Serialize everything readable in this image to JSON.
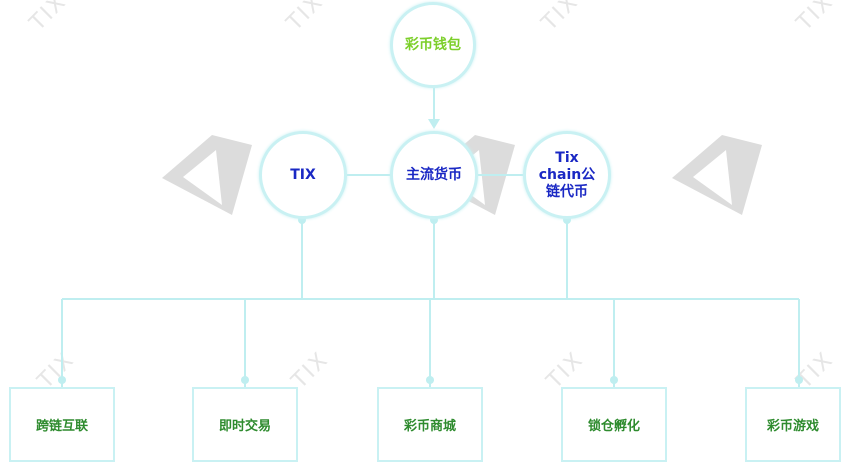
{
  "watermark": "TIX",
  "colors": {
    "line": "#bfeef0",
    "root_text": "#7ccf2a",
    "hub_text": "#1a28c4",
    "leaf_text": "#2e8b2e"
  },
  "root": {
    "label": "彩币钱包"
  },
  "hubs": [
    {
      "label": "TIX"
    },
    {
      "label": "主流货币"
    },
    {
      "label": "Tix chain公链代币",
      "lines": [
        "Tix",
        "chain公",
        "链代币"
      ]
    }
  ],
  "leaves": [
    {
      "label": "跨链互联"
    },
    {
      "label": "即时交易"
    },
    {
      "label": "彩币商城"
    },
    {
      "label": "锁仓孵化"
    },
    {
      "label": "彩币游戏"
    }
  ]
}
